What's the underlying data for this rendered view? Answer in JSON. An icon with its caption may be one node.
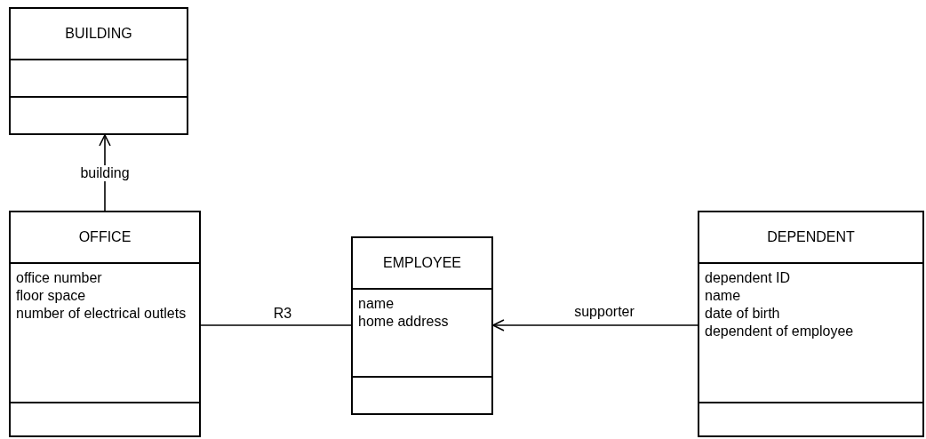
{
  "diagram": {
    "nodes": [
      {
        "text": [
          "BUILDING"
        ]
      },
      {
        "text": [
          "OFFICE",
          "office number",
          "floor space",
          "number of electrical outlets"
        ]
      },
      {
        "text": [
          "EMPLOYEE",
          "name",
          "home address"
        ]
      },
      {
        "text": [
          "DEPENDENT",
          "dependent ID",
          "name",
          "date of birth",
          "dependent of employee"
        ]
      }
    ],
    "edges": [
      {
        "from": 1,
        "to": 0,
        "arrow": "to",
        "label": "building"
      },
      {
        "from": 1,
        "to": 2,
        "arrow": "none",
        "label": "R3"
      },
      {
        "from": 3,
        "to": 2,
        "arrow": "to",
        "label": "supporter"
      }
    ]
  }
}
